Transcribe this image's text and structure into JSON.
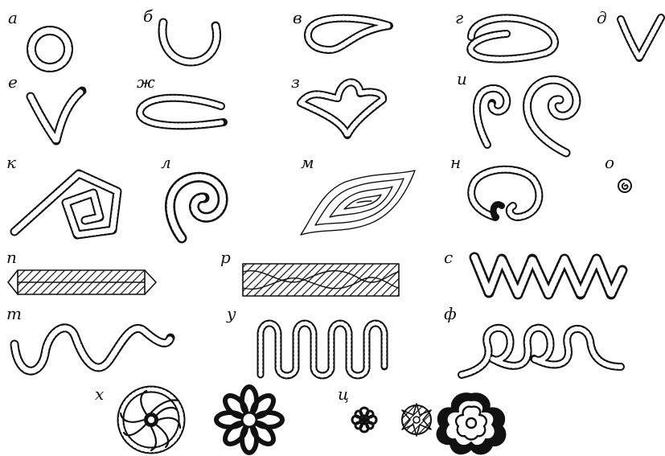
{
  "colors": {
    "ink": "#111111",
    "paper": "#ffffff"
  },
  "labels": {
    "a": "а",
    "b": "б",
    "v": "в",
    "g": "г",
    "d": "д",
    "e": "е",
    "zh": "ж",
    "z": "з",
    "i": "и",
    "k": "к",
    "l": "л",
    "m": "м",
    "n": "н",
    "o": "о",
    "p": "п",
    "r": "р",
    "s": "с",
    "t": "т",
    "u": "у",
    "f": "ф",
    "h": "х",
    "ts": "ц"
  }
}
